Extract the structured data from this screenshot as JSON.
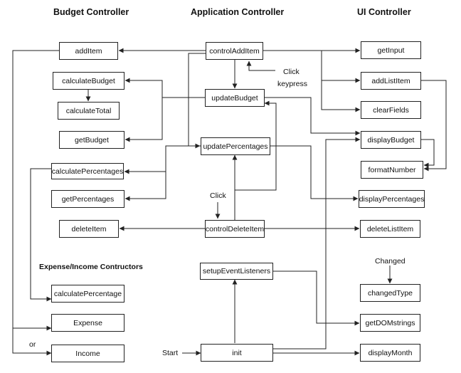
{
  "headers": {
    "budget": "Budget Controller",
    "app": "Application Controller",
    "ui": "UI Controller"
  },
  "section": {
    "constructors": "Expense/Income Contructors"
  },
  "budget_nodes": {
    "addItem": "addItem",
    "calculateBudget": "calculateBudget",
    "calculateTotal": "calculateTotal",
    "getBudget": "getBudget",
    "calculatePercentages": "calculatePercentages",
    "getPercentages": "getPercentages",
    "deleteItem": "deleteItem",
    "calculatePercentage": "calculatePercentage",
    "Expense": "Expense",
    "Income": "Income"
  },
  "app_nodes": {
    "controlAddItem": "controlAddItem",
    "updateBudget": "updateBudget",
    "updatePercentages": "updatePercentages",
    "controlDeleteItem": "controlDeleteItem",
    "setupEventListeners": "setupEventListeners",
    "init": "init"
  },
  "ui_nodes": {
    "getInput": "getInput",
    "addListItem": "addListItem",
    "clearFields": "clearFields",
    "displayBudget": "displayBudget",
    "formatNumber": "formatNumber",
    "displayPercentages": "displayPercentages",
    "deleteListItem": "deleteListItem",
    "changedType": "changedType",
    "getDOMstrings": "getDOMstrings",
    "displayMonth": "displayMonth"
  },
  "labels": {
    "click_top_1": "Click",
    "click_top_2": "keypress",
    "click_mid": "Click",
    "changed": "Changed",
    "start": "Start",
    "or": "or"
  },
  "colors": {
    "stroke": "#222222",
    "background": "#ffffff"
  }
}
